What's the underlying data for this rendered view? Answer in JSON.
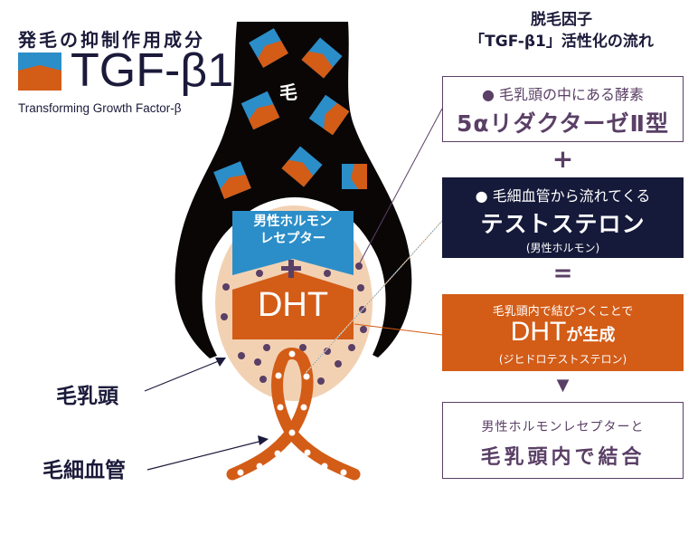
{
  "header": {
    "subtitle": "発毛の抑制作用成分",
    "logo_text": "TGF-β1",
    "logo_sub": "Transforming Growth Factor-β"
  },
  "flow": {
    "title_line1": "脱毛因子",
    "title_line2": "「TGF-β1」活性化の流れ",
    "step1": {
      "line1": "● 毛乳頭の中にある酵素",
      "line2": "5αリダクターゼⅡ型"
    },
    "op1": "+",
    "step2": {
      "line1": "● 毛細血管から流れてくる",
      "line2": "テストステロン",
      "line3": "(男性ホルモン)"
    },
    "op2": "=",
    "step3": {
      "line1": "毛乳頭内で結びつくことで",
      "line2_dht": "DHT",
      "line2_rest": "が生成",
      "line3": "(ジヒドロテストステロン)"
    },
    "op3": "▼",
    "step4": {
      "line1": "男性ホルモンレセプターと",
      "line2": "毛乳頭内で結合"
    }
  },
  "illustration": {
    "hair_label": "毛",
    "receptor_line1": "男性ホルモン",
    "receptor_line2": "レセプター",
    "dht_label": "DHT",
    "papilla_label": "毛乳頭",
    "capillary_label": "毛細血管"
  },
  "colors": {
    "navy": "#151a3a",
    "orange": "#d35c17",
    "blue": "#2b8ec9",
    "peach": "#f2d1b3",
    "purple": "#5a3f66",
    "hair": "#0a0606"
  }
}
